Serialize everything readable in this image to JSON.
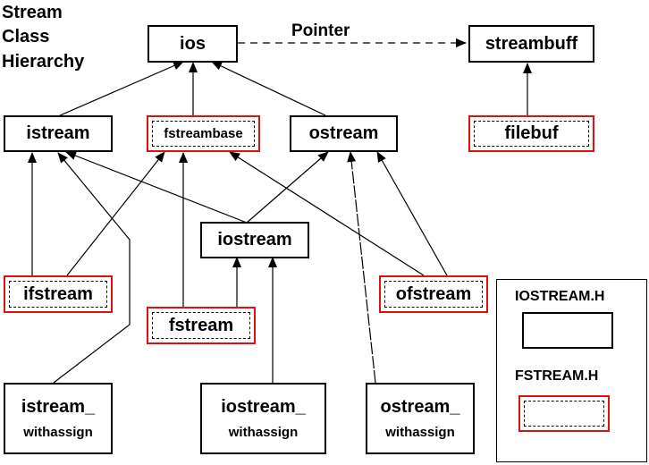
{
  "title": [
    "Stream",
    "Class",
    "Hierarchy"
  ],
  "pointer_label": "Pointer",
  "classes": {
    "ios": {
      "label": "ios",
      "header": "IOSTREAM.H"
    },
    "streambuff": {
      "label": "streambuff",
      "header": "IOSTREAM.H"
    },
    "istream": {
      "label": "istream",
      "header": "IOSTREAM.H"
    },
    "fstreambase": {
      "label": "fstreambase",
      "header": "FSTREAM.H"
    },
    "ostream": {
      "label": "ostream",
      "header": "IOSTREAM.H"
    },
    "filebuf": {
      "label": "filebuf",
      "header": "FSTREAM.H"
    },
    "iostream": {
      "label": "iostream",
      "header": "IOSTREAM.H"
    },
    "ifstream": {
      "label": "ifstream",
      "header": "FSTREAM.H"
    },
    "fstream": {
      "label": "fstream",
      "header": "FSTREAM.H"
    },
    "ofstream": {
      "label": "ofstream",
      "header": "FSTREAM.H"
    },
    "istream_withassign": {
      "line1": "istream_",
      "line2": "withassign",
      "header": "IOSTREAM.H"
    },
    "iostream_withassign": {
      "line1": "iostream_",
      "line2": "withassign",
      "header": "IOSTREAM.H"
    },
    "ostream_withassign": {
      "line1": "ostream_",
      "line2": "withassign",
      "header": "IOSTREAM.H"
    }
  },
  "edges": [
    {
      "from": "ios",
      "to": "streambuff",
      "kind": "pointer"
    },
    {
      "from": "istream",
      "to": "ios",
      "kind": "inherits"
    },
    {
      "from": "fstreambase",
      "to": "ios",
      "kind": "inherits"
    },
    {
      "from": "ostream",
      "to": "ios",
      "kind": "inherits"
    },
    {
      "from": "filebuf",
      "to": "streambuff",
      "kind": "inherits"
    },
    {
      "from": "iostream",
      "to": "istream",
      "kind": "inherits"
    },
    {
      "from": "iostream",
      "to": "ostream",
      "kind": "inherits"
    },
    {
      "from": "ifstream",
      "to": "istream",
      "kind": "inherits"
    },
    {
      "from": "ifstream",
      "to": "fstreambase",
      "kind": "inherits"
    },
    {
      "from": "fstream",
      "to": "fstreambase",
      "kind": "inherits"
    },
    {
      "from": "fstream",
      "to": "iostream",
      "kind": "inherits"
    },
    {
      "from": "ofstream",
      "to": "fstreambase",
      "kind": "inherits"
    },
    {
      "from": "ofstream",
      "to": "ostream",
      "kind": "inherits"
    },
    {
      "from": "istream_withassign",
      "to": "istream",
      "kind": "inherits"
    },
    {
      "from": "iostream_withassign",
      "to": "iostream",
      "kind": "inherits"
    },
    {
      "from": "ostream_withassign",
      "to": "ostream",
      "kind": "inherits"
    }
  ],
  "legend": {
    "iostream_h": "IOSTREAM.H",
    "fstream_h": "FSTREAM.H"
  },
  "colors": {
    "fstream_border": "#e01010",
    "iostream_border": "#000000"
  }
}
